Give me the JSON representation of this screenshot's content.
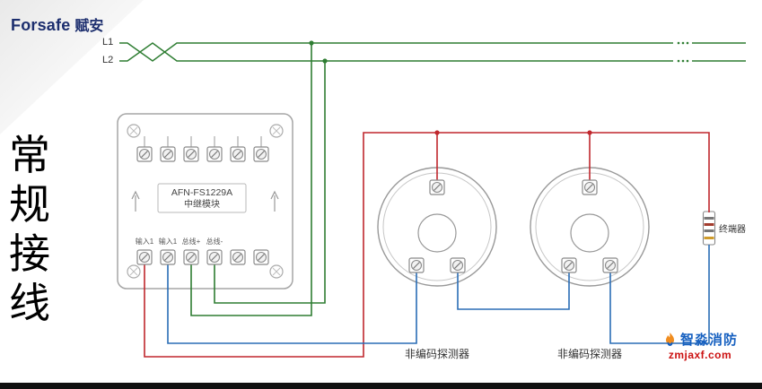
{
  "brand": {
    "latin": "Forsafe",
    "cn": "赋安"
  },
  "side_title": {
    "chars": [
      "常",
      "规",
      "接",
      "线"
    ]
  },
  "bus": {
    "l1_label": "L1",
    "l2_label": "L2"
  },
  "module": {
    "model": "AFN-FS1229A",
    "name": "中继模块",
    "terminal_labels": [
      "输入1",
      "输入1",
      "总线+",
      "总线-"
    ]
  },
  "detectors": [
    {
      "label": "非编码探测器"
    },
    {
      "label": "非编码探测器"
    }
  ],
  "eol_resistor": {
    "label": "终端器"
  },
  "watermark": {
    "brand": "智淼消防",
    "site": "zmjaxf.com"
  },
  "colors": {
    "wire-green": "#2e7d32",
    "wire-red": "#c0272d",
    "wire-blue": "#2a6db5",
    "outline": "#9a9a9a",
    "text": "#333333",
    "brand-navy": "#1c2e6e",
    "watermark-blue": "#1660c0",
    "watermark-red": "#cc1111",
    "footer-bar": "#101010"
  }
}
